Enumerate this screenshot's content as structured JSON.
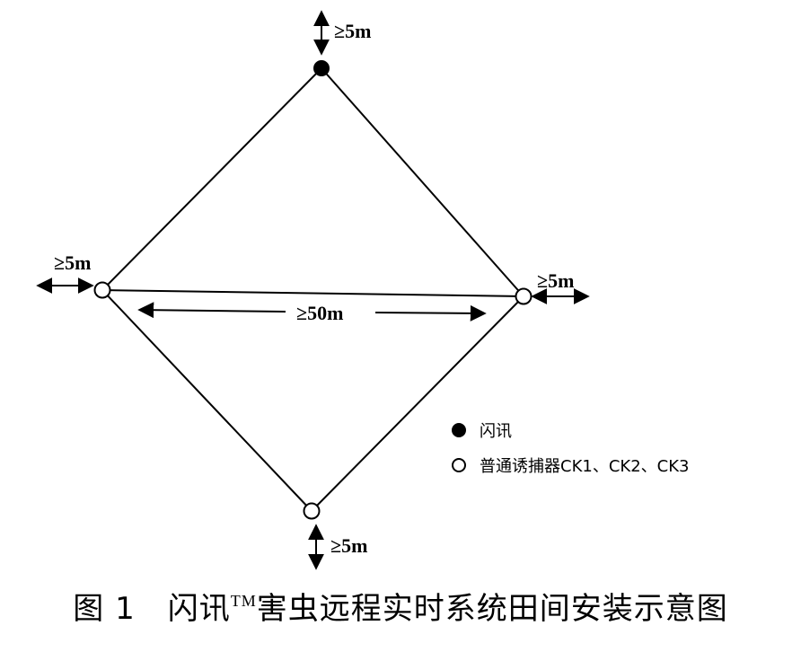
{
  "labels": {
    "top_dist": "≥5m",
    "left_dist": "≥5m",
    "right_dist": "≥5m",
    "bottom_dist": "≥5m",
    "center_dist": "≥50m"
  },
  "legend": {
    "filled": "闪讯",
    "hollow": "普通诱捕器CK1、CK2、CK3"
  },
  "caption": {
    "figure_number": "图 1",
    "title_part1": "闪讯",
    "tm": "TM",
    "title_part2": "害虫远程实时系统田间安装示意图"
  },
  "colors": {
    "line": "#000000",
    "background": "#ffffff"
  }
}
